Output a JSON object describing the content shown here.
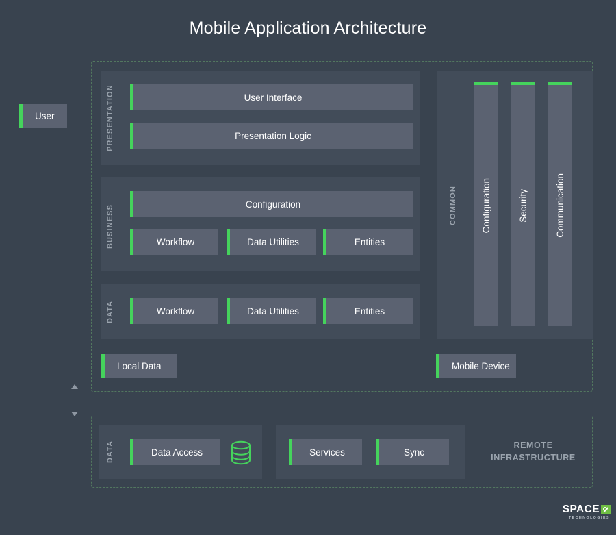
{
  "title": "Mobile Application Architecture",
  "actor": {
    "label": "User"
  },
  "device_zone": {
    "layers": [
      {
        "caption": "PRESENTATION",
        "rows": [
          {
            "items": [
              {
                "label": "User Interface"
              }
            ]
          },
          {
            "items": [
              {
                "label": "Presentation Logic"
              }
            ]
          }
        ]
      },
      {
        "caption": "BUSINESS",
        "rows": [
          {
            "items": [
              {
                "label": "Configuration"
              }
            ]
          },
          {
            "items": [
              {
                "label": "Workflow"
              },
              {
                "label": "Data Utilities"
              },
              {
                "label": "Entities"
              }
            ]
          }
        ]
      },
      {
        "caption": "DATA",
        "rows": [
          {
            "items": [
              {
                "label": "Workflow"
              },
              {
                "label": "Data Utilities"
              },
              {
                "label": "Entities"
              }
            ]
          }
        ]
      }
    ],
    "local_data": {
      "label": "Local Data"
    },
    "mobile_device": {
      "label": "Mobile Device"
    },
    "common": {
      "caption": "COMMON",
      "columns": [
        {
          "label": "Configuration"
        },
        {
          "label": "Security"
        },
        {
          "label": "Communication"
        }
      ]
    }
  },
  "remote_zone": {
    "data_caption": "DATA",
    "data_access": {
      "label": "Data Access"
    },
    "database_icon": "database-icon",
    "services": {
      "label": "Services"
    },
    "sync": {
      "label": "Sync"
    },
    "remote_label_line1": "REMOTE",
    "remote_label_line2": "INFRASTRUCTURE"
  },
  "brand": {
    "name": "SPACE",
    "tagline": "TECHNOLOGIES"
  },
  "colors": {
    "background": "#39434f",
    "panel": "#424c59",
    "box": "#5b6271",
    "accent_green": "#45d35c",
    "dashed_green": "#52775f",
    "muted_text": "#9aa3ad",
    "connector": "#8f98a3",
    "brand_green": "#6fbe44"
  }
}
